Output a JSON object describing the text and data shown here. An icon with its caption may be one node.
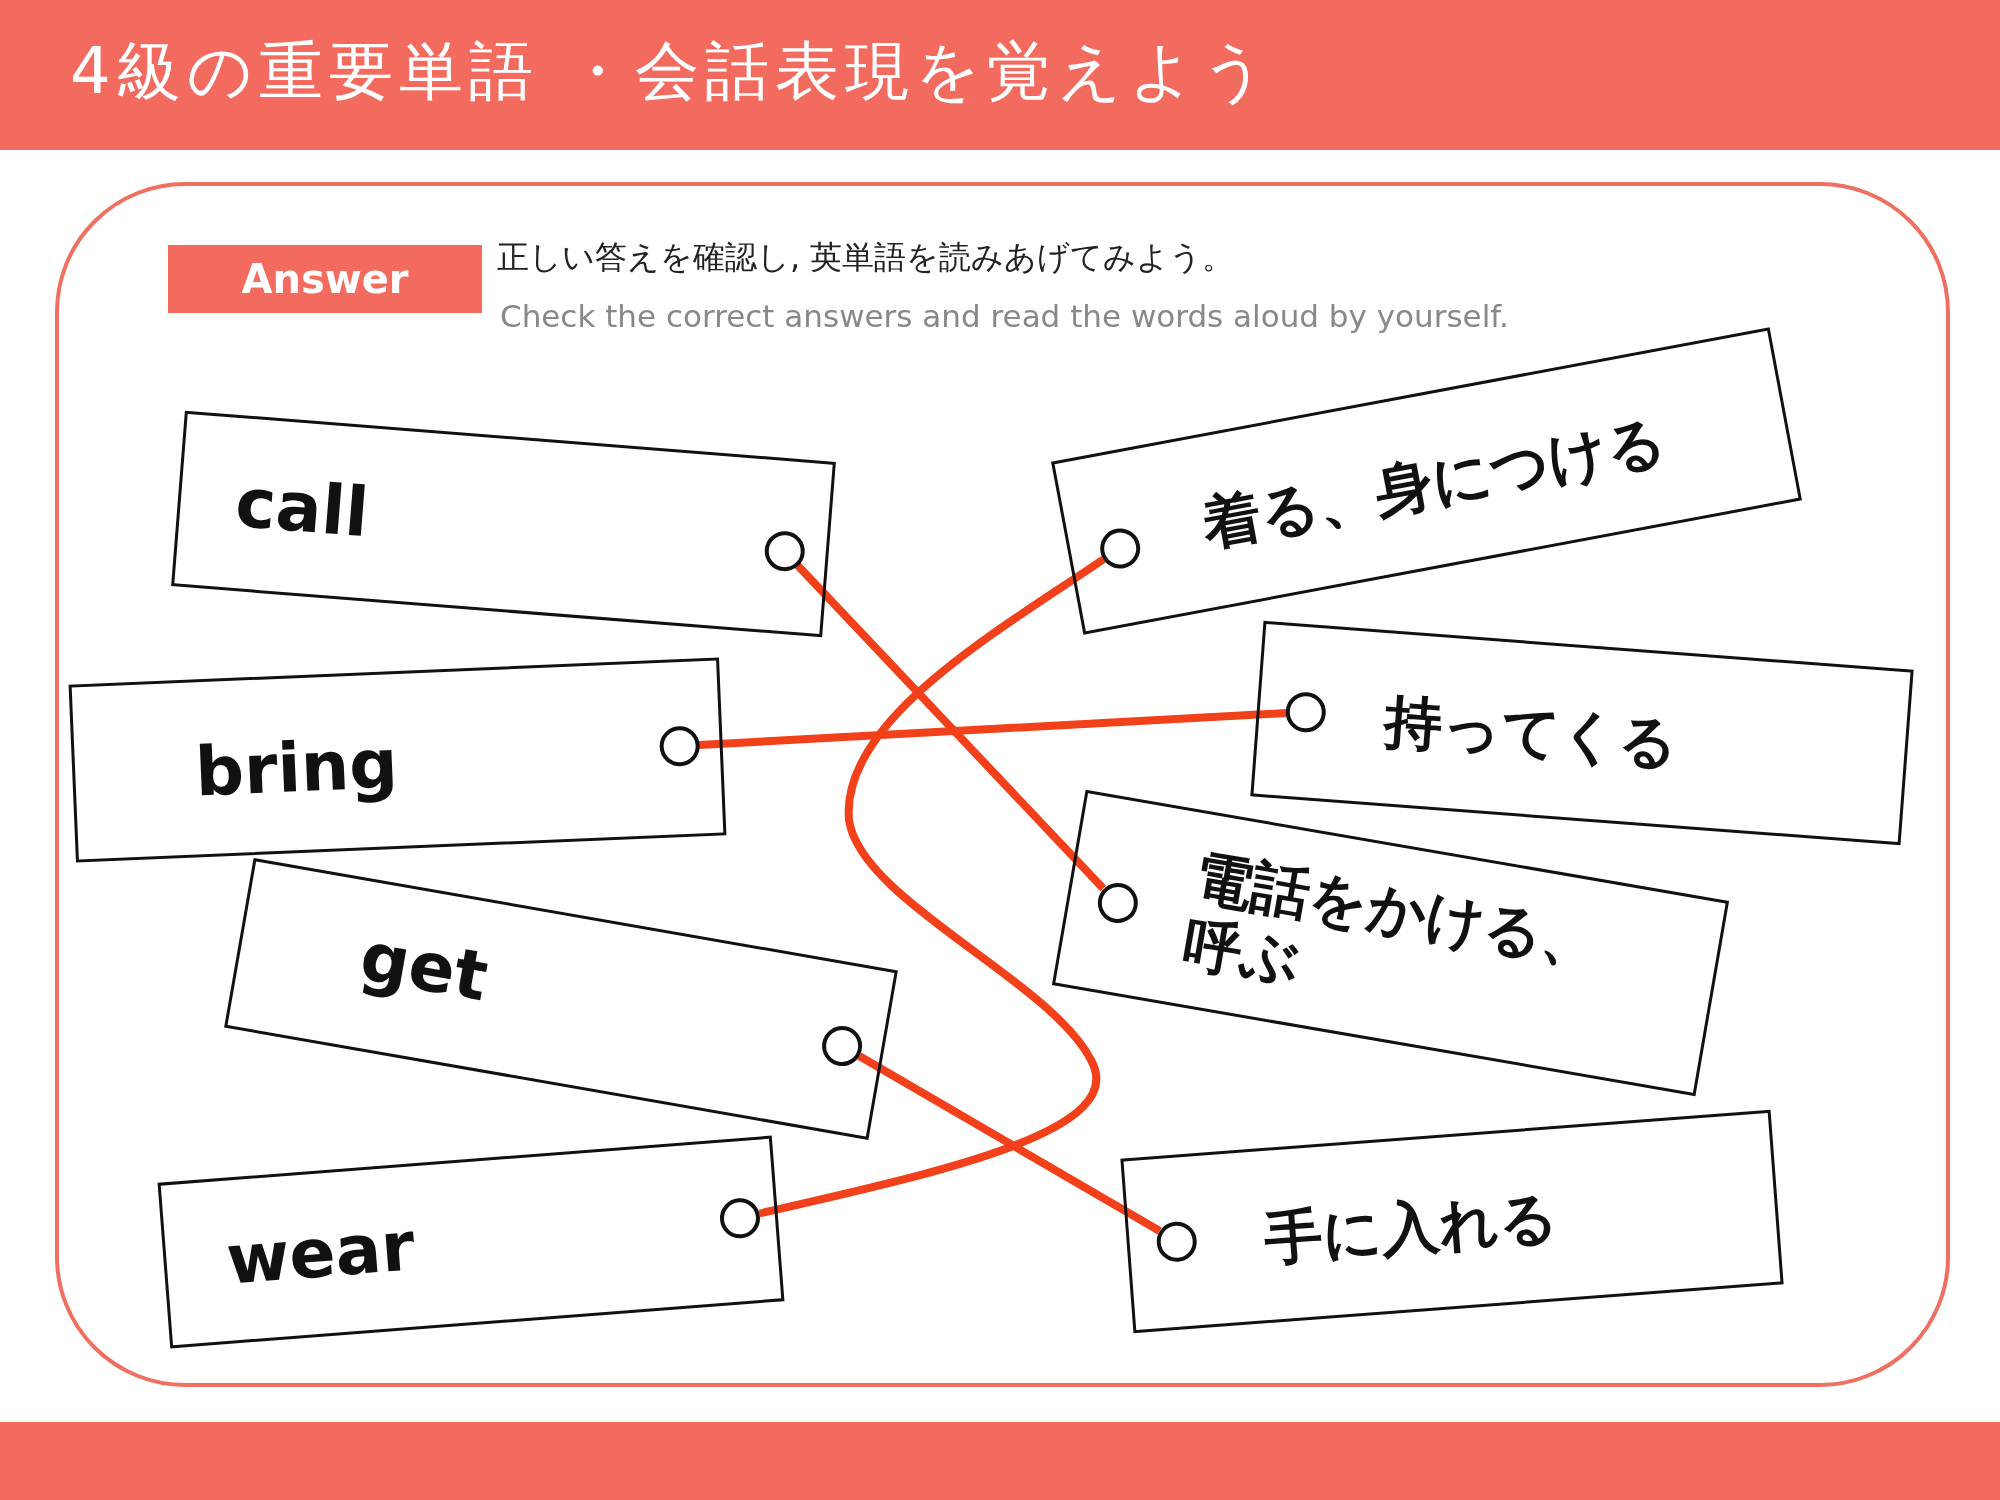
{
  "diagram": {
    "title": "4級の重要単語 ・会話表現を覚えよう",
    "nodes": [
      {
        "text": [
          "call"
        ]
      },
      {
        "text": [],
        "shape": "circle",
        "in": 0
      },
      {
        "text": [
          "bring"
        ]
      },
      {
        "text": [],
        "shape": "circle",
        "in": 2
      },
      {
        "text": [
          "get"
        ]
      },
      {
        "text": [],
        "shape": "circle",
        "in": 4
      },
      {
        "text": [
          "wear"
        ]
      },
      {
        "text": [],
        "shape": "circle",
        "in": 6
      },
      {
        "text": [
          "着る、身につける"
        ]
      },
      {
        "text": [],
        "shape": "circle",
        "in": 8
      },
      {
        "text": [
          "持ってくる"
        ]
      },
      {
        "text": [],
        "shape": "circle",
        "in": 10
      },
      {
        "text": [
          "電話をかける、呼ぶ"
        ]
      },
      {
        "text": [],
        "shape": "circle",
        "in": 12
      },
      {
        "text": [
          "手に入れる"
        ]
      },
      {
        "text": [],
        "shape": "circle",
        "in": 14
      }
    ],
    "edges": [
      {
        "from": 1,
        "to": 13,
        "arrow": "none"
      },
      {
        "from": 3,
        "to": 11,
        "arrow": "none"
      },
      {
        "from": 5,
        "to": 15,
        "arrow": "none"
      },
      {
        "from": 7,
        "to": 9,
        "arrow": "none"
      }
    ],
    "labels": [
      "Answer",
      "正しい答えを確認し, 英単語を読みあげてみよう。",
      "Check the correct answers and read the words aloud by yourself."
    ]
  }
}
